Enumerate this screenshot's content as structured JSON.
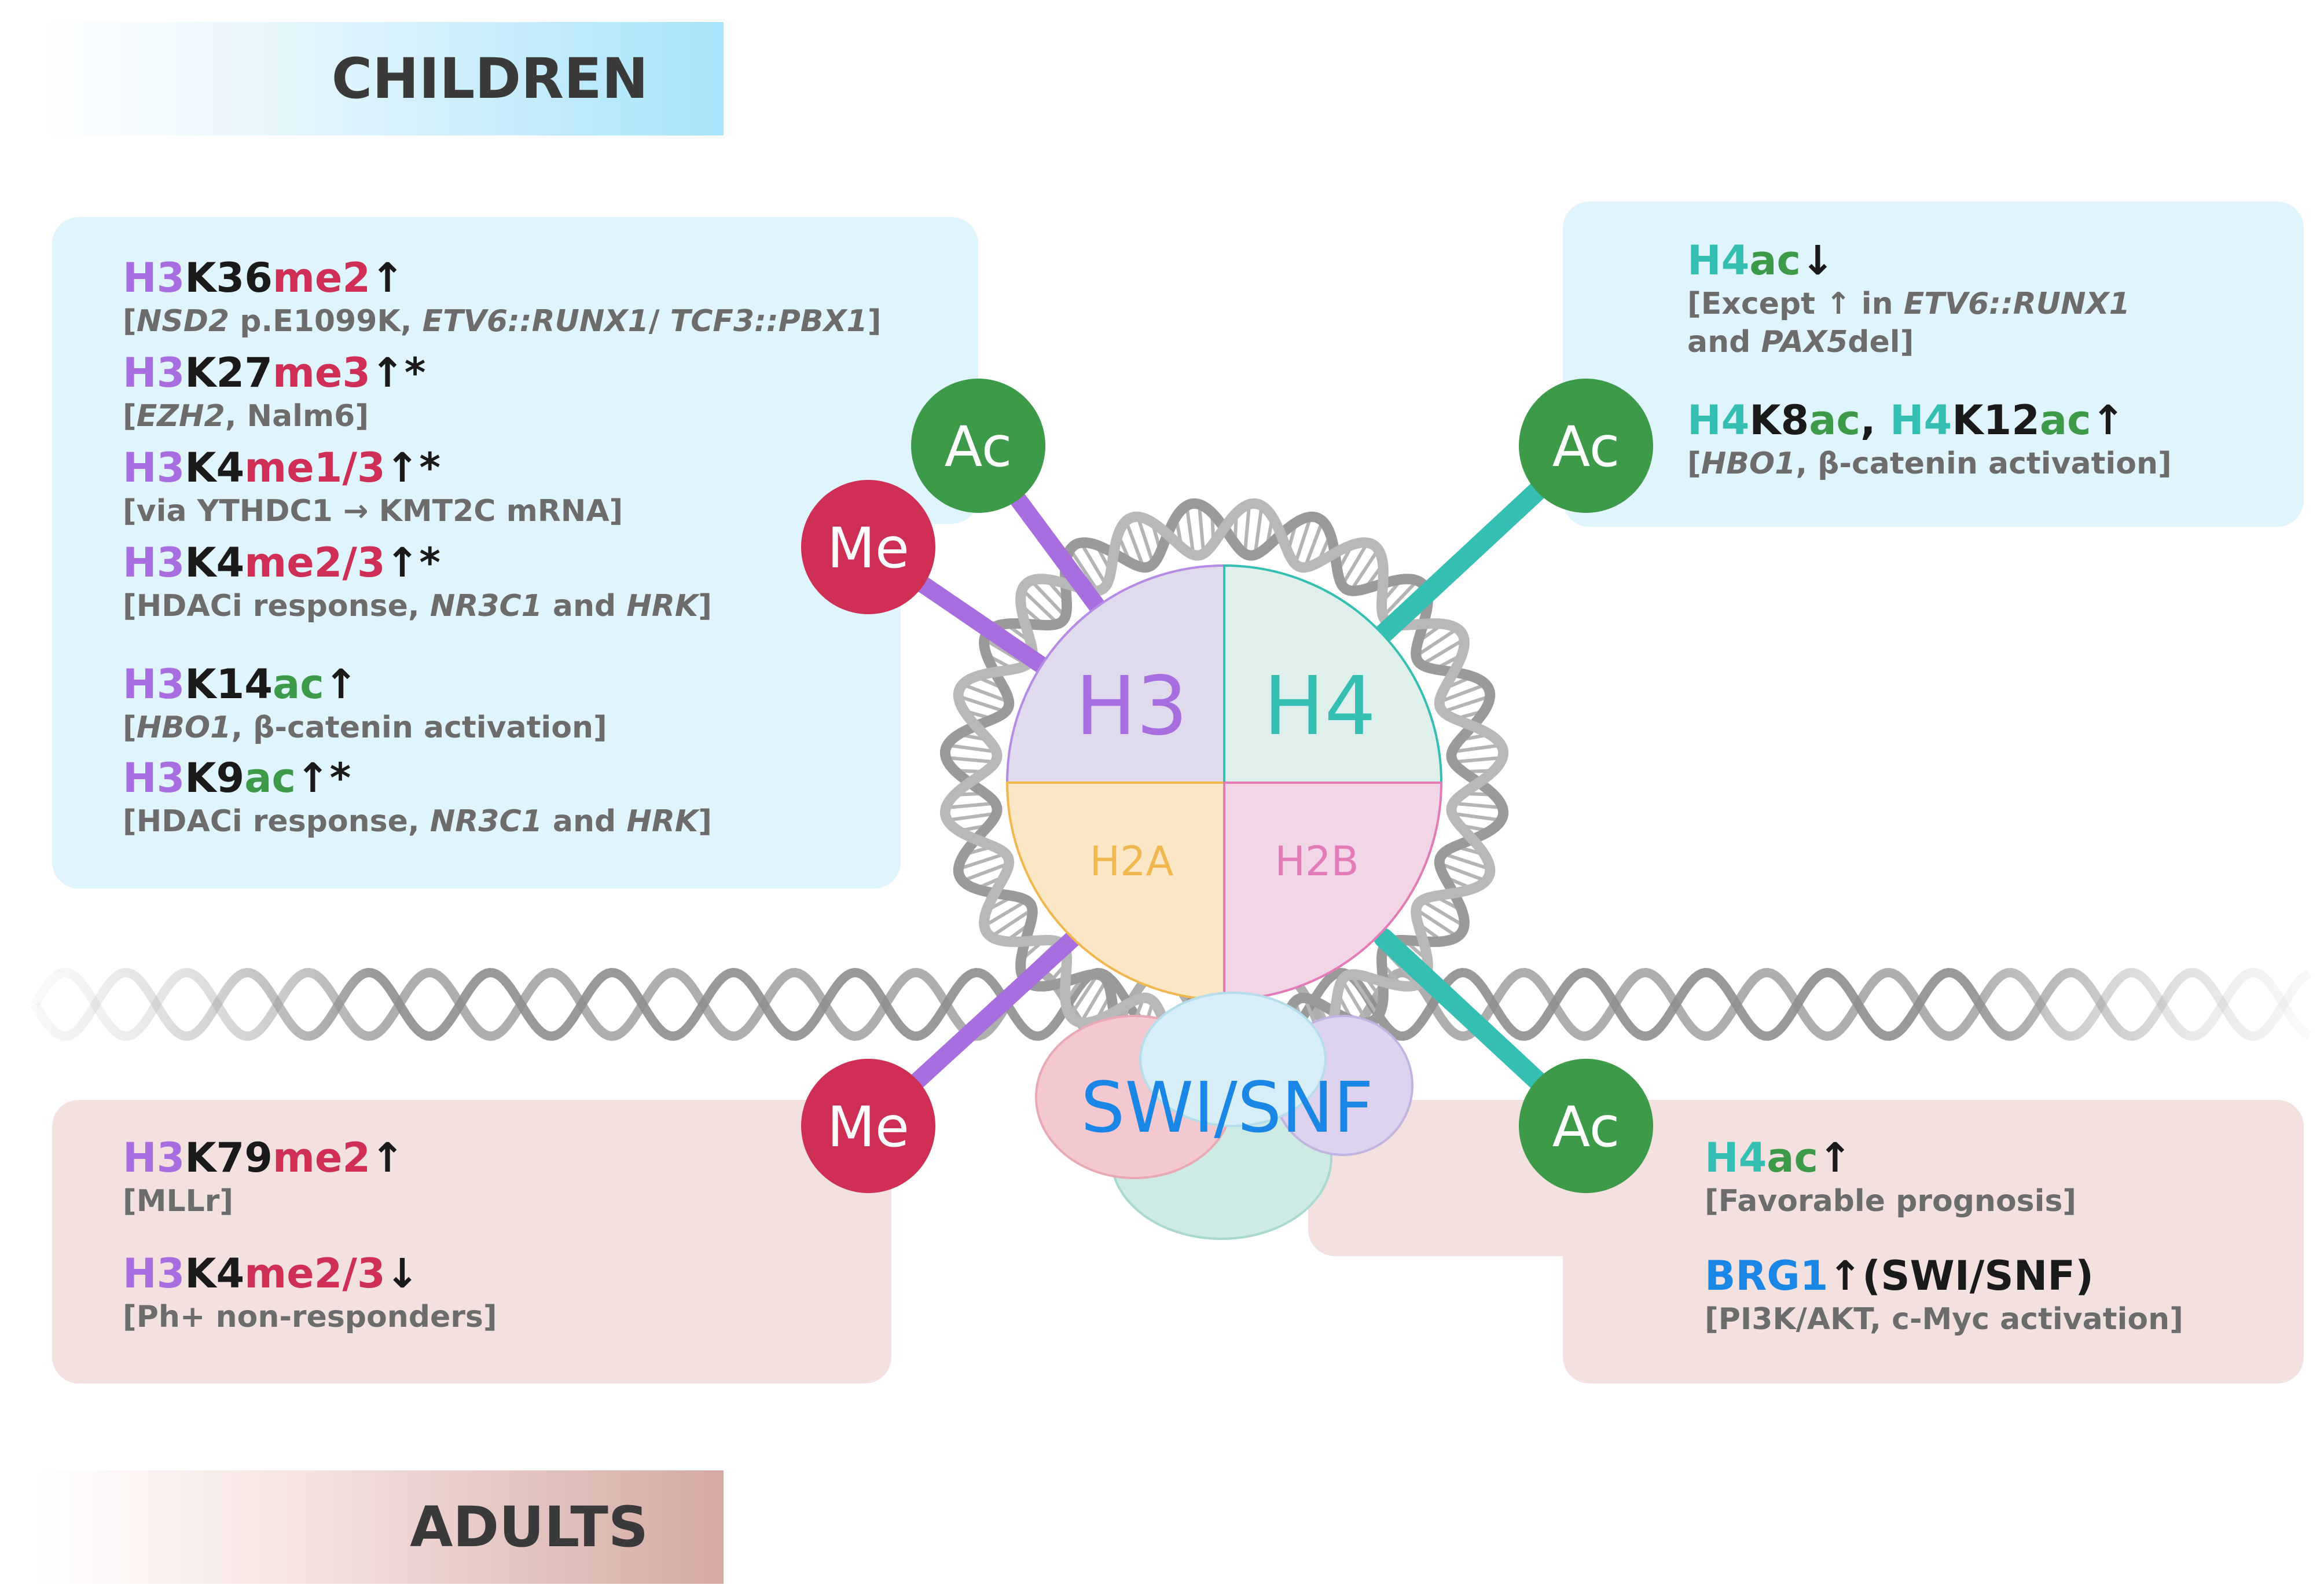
{
  "banners": {
    "children": "CHILDREN",
    "adults": "ADULTS"
  },
  "colors": {
    "histone": "#a86ee0",
    "methylation": "#cf2e55",
    "acetylation": "#3d9a48",
    "h4": "#34bfb2",
    "brg1": "#1a86e6",
    "note": "#6c6c6c"
  },
  "children_left": {
    "h3k36": {
      "a": "H3",
      "b": "K36",
      "c": "me2",
      "arrow": "↑",
      "n1": "[",
      "n2": "NSD2",
      "n3": " p.E1099K, ",
      "n4": "ETV6::RUNX1",
      "n5": "/ ",
      "n6": "TCF3::PBX1",
      "n7": "]"
    },
    "h3k27": {
      "a": "H3",
      "b": "K27",
      "c": "me3",
      "arrow": "↑",
      "star": "*",
      "n1": "[",
      "n2": "EZH2",
      "n3": ", Nalm6]"
    },
    "h3k4me13": {
      "a": "H3",
      "b": "K4",
      "c": "me1/3",
      "arrow": "↑",
      "star": "*",
      "note": "[via YTHDC1 → KMT2C mRNA]"
    },
    "h3k4me23": {
      "a": "H3",
      "b": "K4",
      "c": "me2/3",
      "arrow": "↑",
      "star": "*",
      "n1": "[HDACi response, ",
      "n2": "NR3C1",
      "n3": " and ",
      "n4": "HRK",
      "n5": "]"
    },
    "h3k14": {
      "a": "H3",
      "b": "K14",
      "c": "ac",
      "arrow": "↑",
      "n1": "[",
      "n2": "HBO1",
      "n3": ", β-catenin activation]"
    },
    "h3k9": {
      "a": "H3",
      "b": "K9",
      "c": "ac",
      "arrow": "↑",
      "star": "*",
      "n1": "[HDACi response, ",
      "n2": "NR3C1",
      "n3": " and ",
      "n4": "HRK",
      "n5": "]"
    }
  },
  "children_right": {
    "h4ac": {
      "a": "H4",
      "b": "ac",
      "arrow": "↓",
      "n1": "[Except ↑ in ",
      "n2": "ETV6::RUNX1",
      "n3": "and ",
      "n4": "PAX5",
      "n5": "del]"
    },
    "h4k8": {
      "a": "H4",
      "b": "K8",
      "c": "ac",
      "sep": ", ",
      "d": "H4",
      "e": "K12",
      "f": "ac",
      "arrow": "↑",
      "n1": "[",
      "n2": "HBO1",
      "n3": ", β-catenin activation]"
    }
  },
  "adults_left": {
    "h3k79": {
      "a": "H3",
      "b": "K79",
      "c": "me2",
      "arrow": "↑",
      "note": "[MLLr]"
    },
    "h3k4": {
      "a": "H3",
      "b": "K4",
      "c": "me2/3",
      "arrow": "↓",
      "note": "[Ph+ non-responders]"
    }
  },
  "adults_right": {
    "h4ac": {
      "a": "H4",
      "b": "ac",
      "arrow": "↑",
      "note": "[Favorable prognosis]"
    },
    "brg1": {
      "a": "BRG1",
      "arrow": "↑",
      "b": "(SWI/SNF)",
      "note": "[PI3K/AKT, c-Myc activation]"
    }
  },
  "nucleosome": {
    "q1": "H3",
    "q2": "H4",
    "q3": "H2A",
    "q4": "H2B"
  },
  "badges": {
    "acetyl": "Ac",
    "methyl": "Me"
  },
  "complex": "SWI/SNF"
}
